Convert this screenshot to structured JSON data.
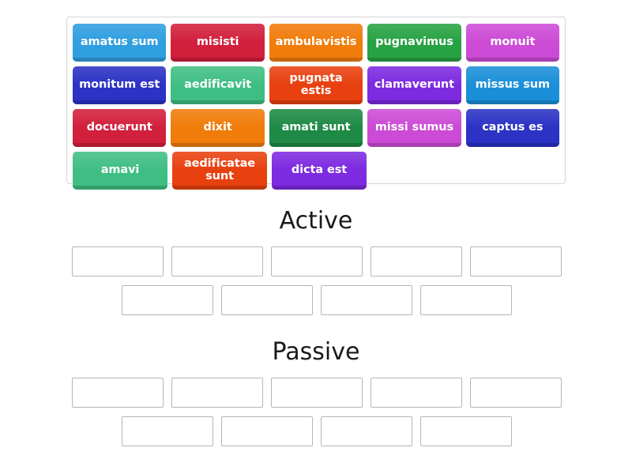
{
  "activity": {
    "type": "group-sort",
    "word_bank": {
      "rows": [
        [
          {
            "label": "amatus sum",
            "color": "#2f9fe0"
          },
          {
            "label": "misisti",
            "color": "#d21f3c"
          },
          {
            "label": "ambulavistis",
            "color": "#f07c0a"
          },
          {
            "label": "pugnavimus",
            "color": "#27a243"
          },
          {
            "label": "monuit",
            "color": "#cc4bd6"
          }
        ],
        [
          {
            "label": "monitum est",
            "color": "#2b32c4"
          },
          {
            "label": "aedificavit",
            "color": "#3fbe84"
          },
          {
            "label": "pugnata estis",
            "color": "#e8400f"
          },
          {
            "label": "clamaverunt",
            "color": "#7d2ae0"
          },
          {
            "label": "missus sum",
            "color": "#1a8fd8"
          }
        ],
        [
          {
            "label": "docuerunt",
            "color": "#d21f3c"
          },
          {
            "label": "dixit",
            "color": "#f07c0a"
          },
          {
            "label": "amati sunt",
            "color": "#1e8a45"
          },
          {
            "label": "missi sumus",
            "color": "#cc4bd6"
          },
          {
            "label": "captus es",
            "color": "#2b32c4"
          }
        ],
        [
          {
            "label": "amavi",
            "color": "#3fbe84"
          },
          {
            "label": "aedificatae sunt",
            "color": "#e8400f"
          },
          {
            "label": "dicta est",
            "color": "#7d2ae0"
          }
        ]
      ]
    },
    "groups": [
      {
        "title": "Active",
        "rows": [
          [
            "",
            "",
            "",
            "",
            ""
          ],
          [
            "",
            "",
            "",
            ""
          ]
        ]
      },
      {
        "title": "Passive",
        "rows": [
          [
            "",
            "",
            "",
            "",
            ""
          ],
          [
            "",
            "",
            "",
            ""
          ]
        ]
      }
    ]
  }
}
